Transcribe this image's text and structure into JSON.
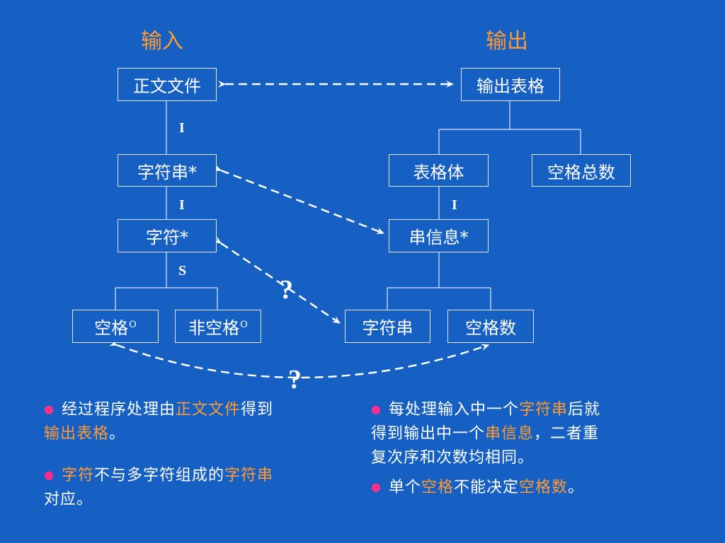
{
  "titles": {
    "input": "输入",
    "output": "输出"
  },
  "boxes": {
    "zhengwen": "正文文件",
    "zifuchuan_star": "字符串*",
    "zifu_star": "字符*",
    "kongge": "空格",
    "kongge_sup": "O",
    "feikongge": "非空格",
    "feikongge_sup": "O",
    "shuchu_biaoge": "输出表格",
    "biaogeti": "表格体",
    "kongge_zongshu": "空格总数",
    "chuanxinxi_star": "串信息*",
    "zifuchuan": "字符串",
    "konggeshu": "空格数"
  },
  "labels": {
    "i1": "I",
    "i2": "I",
    "s": "S",
    "i3": "I",
    "q1": "?",
    "q2": "?"
  },
  "notes": {
    "left1": {
      "a": "经过程序处理由",
      "b": "正文文件",
      "c": "得到",
      "d": "输出表格",
      "e": "。"
    },
    "left2": {
      "a": "字符",
      "b": "不与多字符组成的",
      "c": "字符串",
      "d": "对应。"
    },
    "right1": {
      "a": "每处理输入中一个",
      "b": "字符串",
      "c": "后就",
      "d": "得到输出中一个",
      "e": "串信息",
      "f": "，二者重",
      "g": "复次序和次数均相同。"
    },
    "right2": {
      "a": "单个",
      "b": "空格",
      "c": "不能决定",
      "d": "空格数",
      "e": "。"
    }
  },
  "colors": {
    "background": "#1660c4",
    "highlight": "#ff9a33",
    "bullet": "#ff2d8a"
  }
}
